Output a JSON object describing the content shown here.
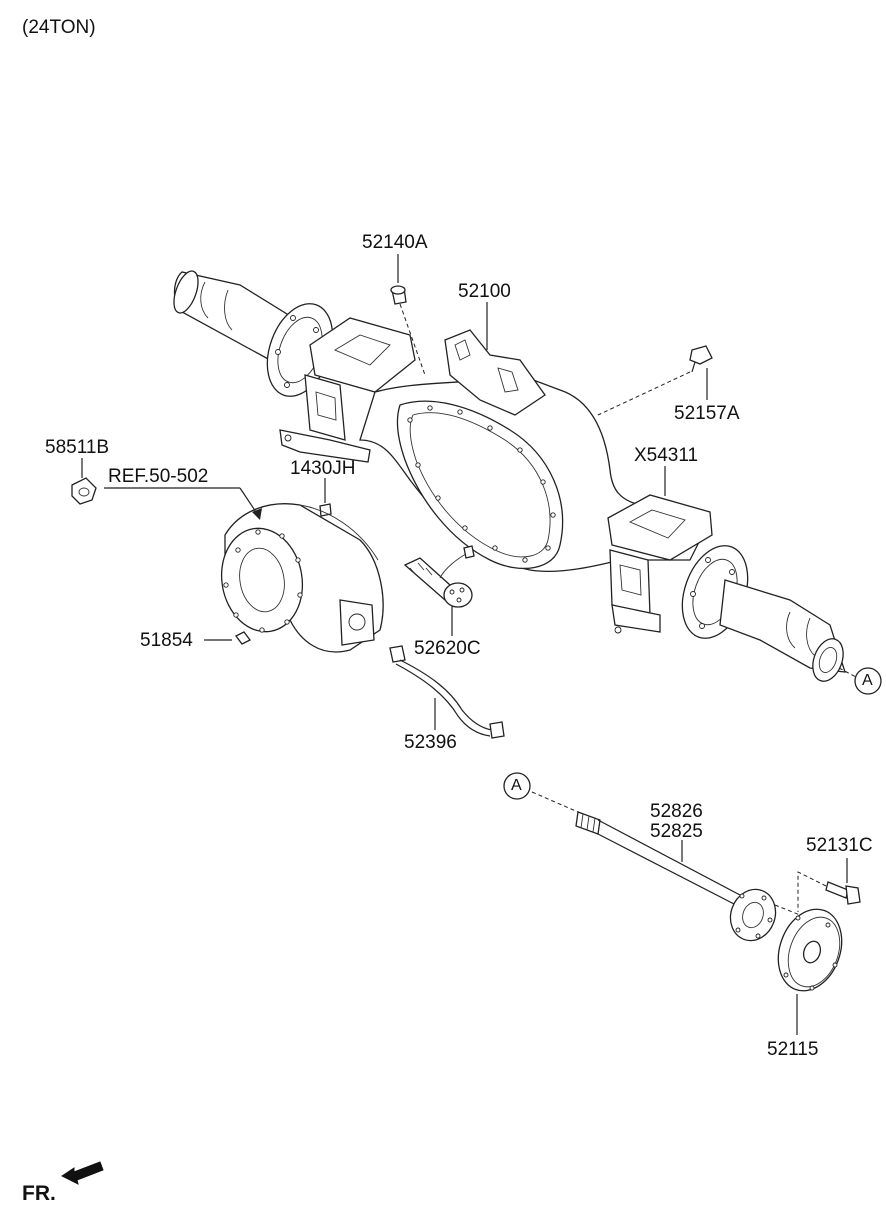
{
  "diagram": {
    "variant": "(24TON)",
    "direction_marker": "FR.",
    "reference_marker": "A",
    "parts": [
      {
        "id": "p52140A",
        "code": "52140A"
      },
      {
        "id": "p52100",
        "code": "52100"
      },
      {
        "id": "p52157A",
        "code": "52157A"
      },
      {
        "id": "pX54311",
        "code": "X54311"
      },
      {
        "id": "p58511B",
        "code": "58511B"
      },
      {
        "id": "pREF",
        "code": "REF.50-502"
      },
      {
        "id": "p1430JH",
        "code": "1430JH"
      },
      {
        "id": "p51854",
        "code": "51854"
      },
      {
        "id": "p52620C",
        "code": "52620C"
      },
      {
        "id": "p52396",
        "code": "52396"
      },
      {
        "id": "p52826",
        "code": "52826"
      },
      {
        "id": "p52825",
        "code": "52825"
      },
      {
        "id": "p52131C",
        "code": "52131C"
      },
      {
        "id": "p52115",
        "code": "52115"
      }
    ]
  }
}
